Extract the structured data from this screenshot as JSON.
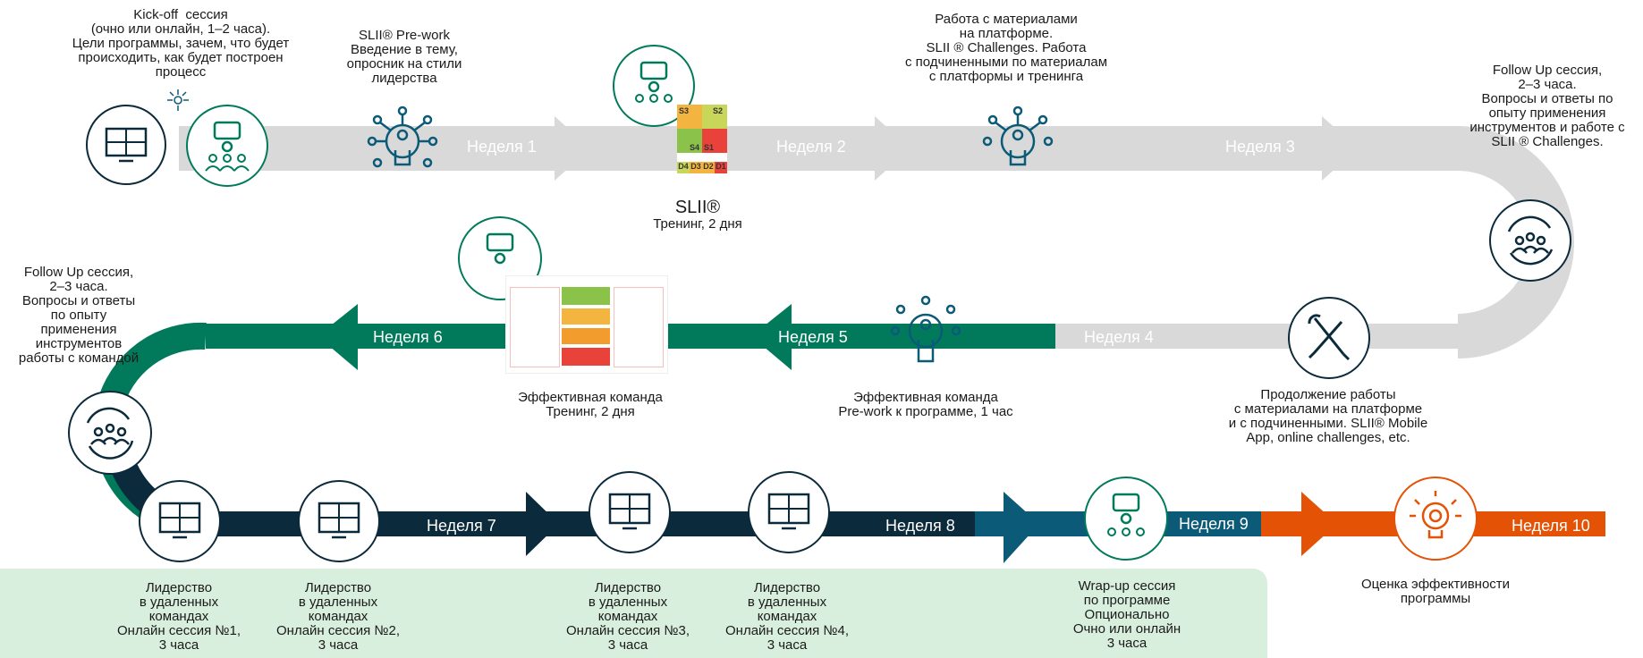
{
  "colors": {
    "grey": "#d9d9d9",
    "green": "#007a5a",
    "navy": "#0b2a3b",
    "teal": "#0b5a78",
    "orange": "#e35205",
    "band": "#d9efdd"
  },
  "weeks": [
    "Неделя 1",
    "Неделя 2",
    "Неделя 3",
    "Неделя 4",
    "Неделя 5",
    "Неделя 6",
    "Неделя 7",
    "Неделя 8",
    "Неделя 9",
    "Неделя 10"
  ],
  "steps": {
    "kickoff": [
      "Kick-off  сессия",
      "(очно или онлайн, 1–2 часа).",
      "Цели программы, зачем, что будет",
      "происходить, как будет построен",
      "процесс"
    ],
    "sli_prework": [
      "SLII® Pre-work",
      "Введение в тему,",
      "опросник на стили",
      "лидерства"
    ],
    "sli_training_title": "SLII®",
    "sli_training_sub": "Тренинг, 2 дня",
    "platform": [
      "Работа с материалами",
      "на платформе.",
      "SLII ® Challenges. Работа",
      "с подчиненными по материалам",
      "с платформы и тренинга"
    ],
    "followup1": [
      "Follow Up сессия,",
      "2–3 часа.",
      "Вопросы и ответы по",
      "опыту применения",
      "инструментов и работе с",
      "SLII ® Challenges."
    ],
    "continue": [
      "Продолжение работы",
      "с материалами на платформе",
      "и с подчиненными. SLII® Mobile",
      "App, online challenges, etc."
    ],
    "team_prework": [
      "Эффективная команда",
      "Pre-work к программе, 1 час"
    ],
    "team_training": [
      "Эффективная команда",
      "Тренинг, 2 дня"
    ],
    "followup2": [
      "Follow Up сессия,",
      "2–3 часа.",
      "Вопросы и ответы",
      "по опыту",
      "применения",
      "инструментов",
      "работы с командой"
    ],
    "remote1": [
      "Лидерство",
      "в удаленных",
      "командах",
      "Онлайн сессия №1,",
      "3 часа"
    ],
    "remote2": [
      "Лидерство",
      "в удаленных",
      "командах",
      "Онлайн сессия №2,",
      "3 часа"
    ],
    "remote3": [
      "Лидерство",
      "в удаленных",
      "командах",
      "Онлайн сессия №3,",
      "3 часа"
    ],
    "remote4": [
      "Лидерство",
      "в удаленных",
      "командах",
      "Онлайн сессия №4,",
      "3 часа"
    ],
    "wrapup": [
      "Wrap-up сессия",
      "по программе",
      "Опционально",
      "Очно или онлайн",
      "3 часа"
    ],
    "evaluation": [
      "Оценка эффективности",
      "программы"
    ]
  },
  "sli_model_labels": [
    "S3",
    "S2",
    "S4",
    "S1",
    "D4",
    "D3",
    "D2",
    "D1"
  ],
  "icons": [
    "video-conference-icon",
    "group-discussion-icon",
    "network-person-icon",
    "tools-icon",
    "team-cycle-icon",
    "gear-lightbulb-icon"
  ]
}
